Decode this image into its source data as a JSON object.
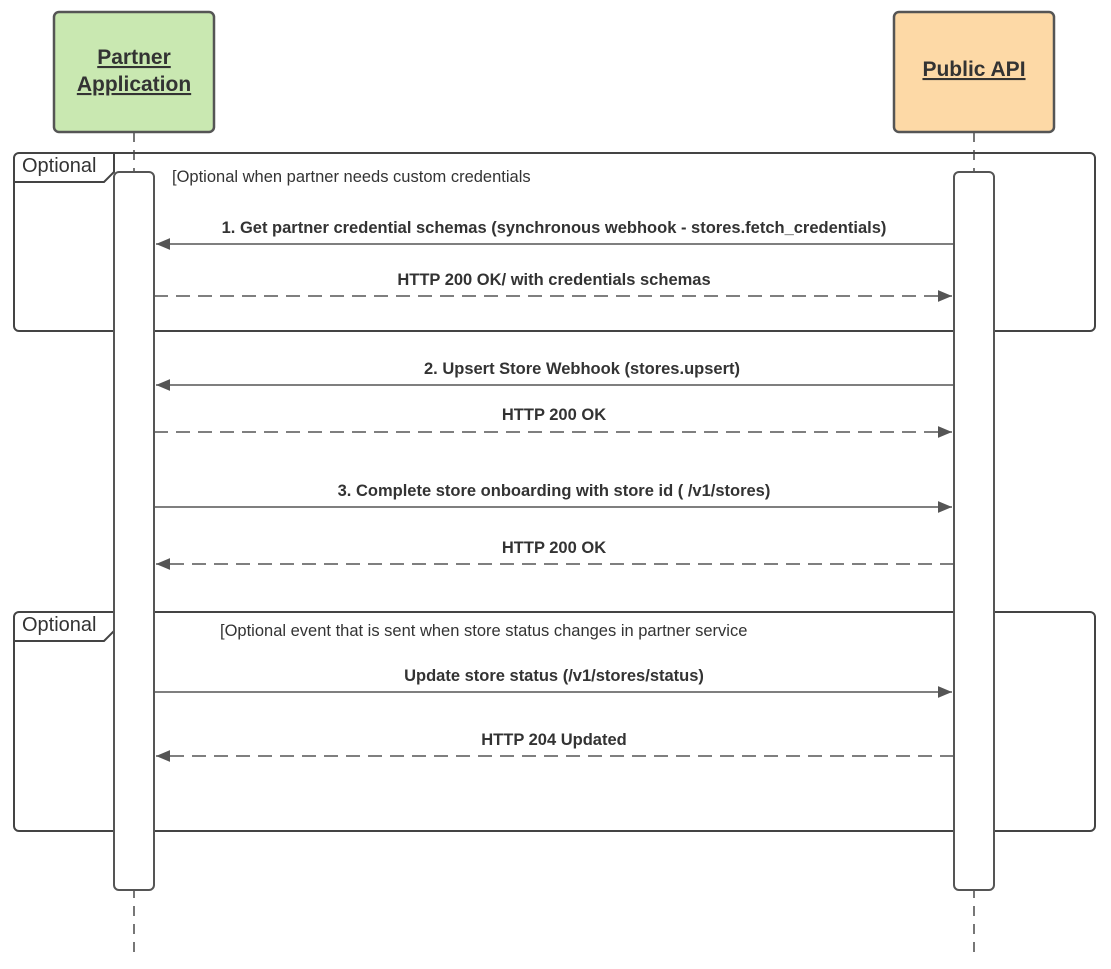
{
  "actors": [
    {
      "id": "partner",
      "label_lines": [
        "Partner",
        "Application"
      ],
      "fill": "#c9e8b1"
    },
    {
      "id": "api",
      "label_lines": [
        "Public API"
      ],
      "fill": "#fdd9a6"
    }
  ],
  "frames": [
    {
      "title": "Optional",
      "guard": "[Optional when partner needs custom credentials"
    },
    {
      "title": "Optional",
      "guard": "[Optional event that is sent when store status changes in partner service"
    }
  ],
  "messages": [
    {
      "label": "1. Get partner credential schemas (synchronous webhook - stores.fetch_credentials)",
      "from": "api",
      "to": "partner",
      "style": "solid"
    },
    {
      "label": "HTTP 200 OK/ with credentials schemas",
      "from": "partner",
      "to": "api",
      "style": "dashed"
    },
    {
      "label": "2. Upsert Store Webhook (stores.upsert)",
      "from": "api",
      "to": "partner",
      "style": "solid"
    },
    {
      "label": "HTTP 200 OK",
      "from": "partner",
      "to": "api",
      "style": "dashed"
    },
    {
      "label": "3. Complete store onboarding with store id ( /v1/stores)",
      "from": "partner",
      "to": "api",
      "style": "solid"
    },
    {
      "label": "HTTP 200 OK",
      "from": "api",
      "to": "partner",
      "style": "dashed"
    },
    {
      "label": "Update store status (/v1/stores/status)",
      "from": "partner",
      "to": "api",
      "style": "solid"
    },
    {
      "label": "HTTP 204 Updated",
      "from": "api",
      "to": "partner",
      "style": "dashed"
    }
  ],
  "colors": {
    "line": "#555555",
    "frame": "#444444",
    "text": "#333333"
  }
}
